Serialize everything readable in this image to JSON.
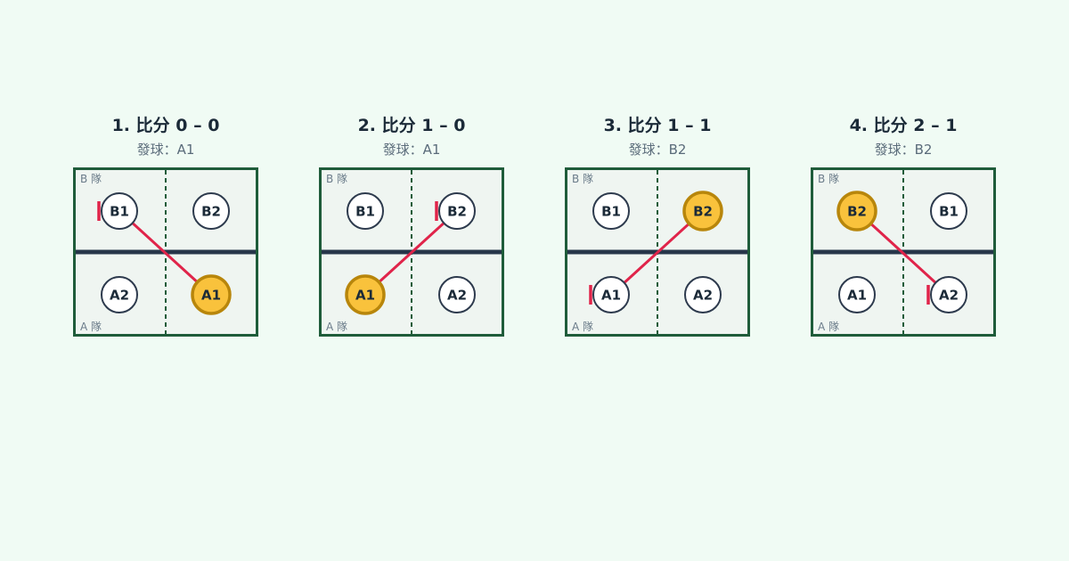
{
  "colors": {
    "background": "#f0fbf4",
    "court_fill": "#eff5f1",
    "court_border": "#1f5c3a",
    "net": "#27364a",
    "center_line": "#1f5c3a",
    "player_fill": "#ffffff",
    "player_stroke": "#2d3a4d",
    "server_fill": "#f9c23c",
    "server_stroke": "#b8860b",
    "serve_path": "#e0244a"
  },
  "team_labels": {
    "top": "B 隊",
    "bottom": "A 隊"
  },
  "panels": [
    {
      "title": "1. 比分 0 – 0",
      "subtitle": "發球：A1",
      "server": "A1",
      "receiver": "B1",
      "top": [
        "B1",
        "B2"
      ],
      "bottom": [
        "A2",
        "A1"
      ]
    },
    {
      "title": "2. 比分 1 – 0",
      "subtitle": "發球：A1",
      "server": "A1",
      "receiver": "B2",
      "top": [
        "B1",
        "B2"
      ],
      "bottom": [
        "A1",
        "A2"
      ]
    },
    {
      "title": "3. 比分 1 – 1",
      "subtitle": "發球：B2",
      "server": "B2",
      "receiver": "A1",
      "top": [
        "B1",
        "B2"
      ],
      "bottom": [
        "A1",
        "A2"
      ]
    },
    {
      "title": "4. 比分 2 – 1",
      "subtitle": "發球：B2",
      "server": "B2",
      "receiver": "A2",
      "top": [
        "B2",
        "B1"
      ],
      "bottom": [
        "A1",
        "A2"
      ]
    }
  ]
}
